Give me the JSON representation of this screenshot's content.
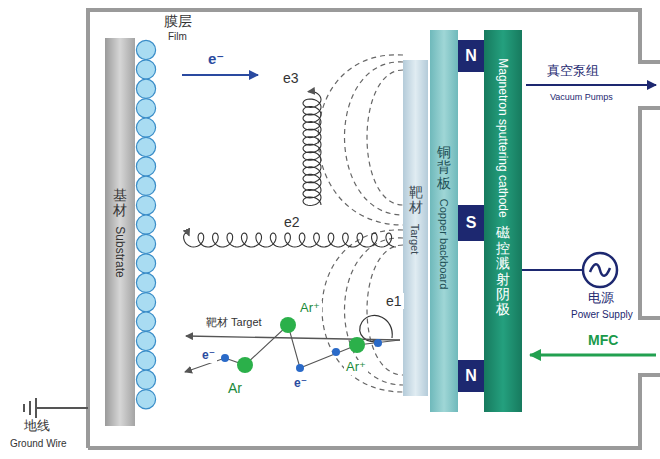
{
  "diagram": {
    "nodes": [
      {
        "text": [
          "基材",
          "Substrate"
        ]
      },
      {
        "text": [
          "靶材",
          "Target"
        ]
      },
      {
        "text": [
          "铜背板",
          "Copper backboard"
        ]
      },
      {
        "text": [
          "磁控溅射阴极",
          "Magnetron sputtering cathode"
        ]
      },
      {
        "text": [
          "N"
        ]
      },
      {
        "text": [
          "S"
        ]
      },
      {
        "text": [
          "N"
        ]
      }
    ],
    "labels": [
      "膜层",
      "Film",
      "e⁻",
      "e3",
      "e2",
      "e1",
      "靶材 Target",
      "e⁻",
      "Ar⁺",
      "Ar",
      "e⁻",
      "Ar⁺",
      "真空泵组",
      "Vacuum Pumps",
      "电源",
      "Power Supply",
      "MFC",
      "地线",
      "Ground Wire"
    ]
  }
}
